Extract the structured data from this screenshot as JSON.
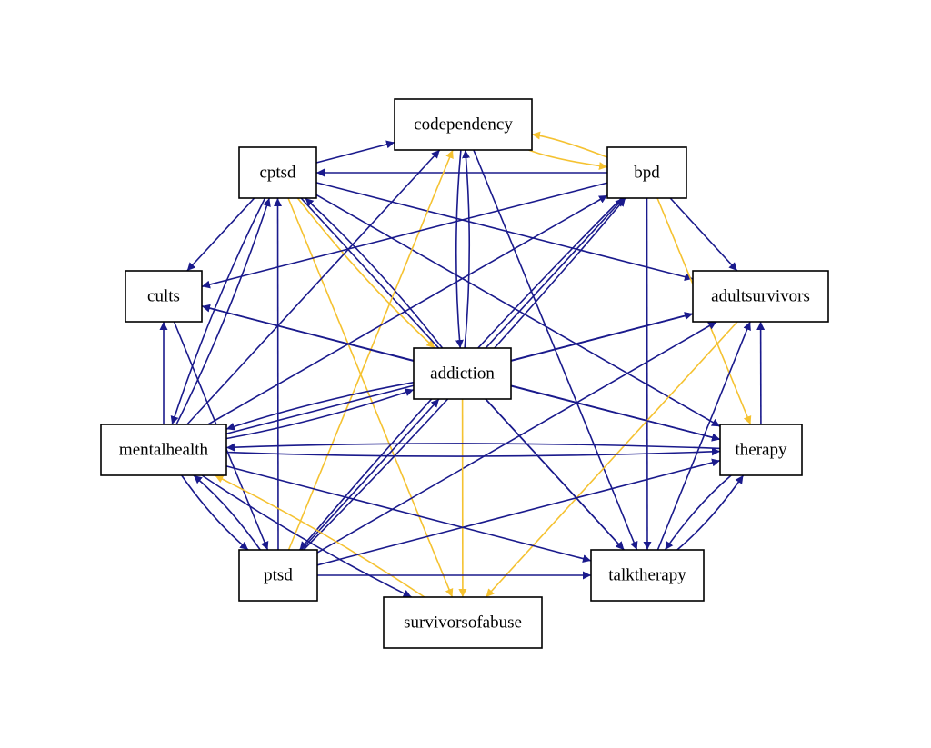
{
  "colors": {
    "edge_primary": "#1a1a8c",
    "edge_highlight": "#f5c231",
    "node_border": "#000000",
    "background": "#ffffff"
  },
  "nodes": [
    {
      "id": "codependency",
      "label": "codependency"
    },
    {
      "id": "bpd",
      "label": "bpd"
    },
    {
      "id": "cptsd",
      "label": "cptsd"
    },
    {
      "id": "cults",
      "label": "cults"
    },
    {
      "id": "adultsurvivors",
      "label": "adultsurvivors"
    },
    {
      "id": "addiction",
      "label": "addiction"
    },
    {
      "id": "mentalhealth",
      "label": "mentalhealth"
    },
    {
      "id": "therapy",
      "label": "therapy"
    },
    {
      "id": "ptsd",
      "label": "ptsd"
    },
    {
      "id": "talktherapy",
      "label": "talktherapy"
    },
    {
      "id": "survivorsofabuse",
      "label": "survivorsofabuse"
    }
  ],
  "edges": [
    {
      "from": "bpd",
      "to": "codependency",
      "highlight": true
    },
    {
      "from": "codependency",
      "to": "bpd",
      "highlight": true
    },
    {
      "from": "cptsd",
      "to": "codependency",
      "highlight": false
    },
    {
      "from": "bpd",
      "to": "cptsd",
      "highlight": false
    },
    {
      "from": "cptsd",
      "to": "cults",
      "highlight": false
    },
    {
      "from": "cptsd",
      "to": "adultsurvivors",
      "highlight": false
    },
    {
      "from": "cptsd",
      "to": "addiction",
      "highlight": true
    },
    {
      "from": "cptsd",
      "to": "therapy",
      "highlight": false
    },
    {
      "from": "cptsd",
      "to": "talktherapy",
      "highlight": false
    },
    {
      "from": "cptsd",
      "to": "survivorsofabuse",
      "highlight": true
    },
    {
      "from": "cptsd",
      "to": "mentalhealth",
      "highlight": false
    },
    {
      "from": "mentalhealth",
      "to": "cptsd",
      "highlight": false
    },
    {
      "from": "ptsd",
      "to": "cptsd",
      "highlight": false
    },
    {
      "from": "addiction",
      "to": "cptsd",
      "highlight": false
    },
    {
      "from": "codependency",
      "to": "addiction",
      "highlight": false
    },
    {
      "from": "addiction",
      "to": "codependency",
      "highlight": false
    },
    {
      "from": "mentalhealth",
      "to": "codependency",
      "highlight": false
    },
    {
      "from": "ptsd",
      "to": "codependency",
      "highlight": true
    },
    {
      "from": "codependency",
      "to": "talktherapy",
      "highlight": false
    },
    {
      "from": "bpd",
      "to": "cults",
      "highlight": false
    },
    {
      "from": "bpd",
      "to": "adultsurvivors",
      "highlight": false
    },
    {
      "from": "bpd",
      "to": "therapy",
      "highlight": true
    },
    {
      "from": "bpd",
      "to": "talktherapy",
      "highlight": false
    },
    {
      "from": "mentalhealth",
      "to": "bpd",
      "highlight": false
    },
    {
      "from": "ptsd",
      "to": "bpd",
      "highlight": false
    },
    {
      "from": "addiction",
      "to": "bpd",
      "highlight": false
    },
    {
      "from": "bpd",
      "to": "ptsd",
      "highlight": false
    },
    {
      "from": "mentalhealth",
      "to": "cults",
      "highlight": false
    },
    {
      "from": "addiction",
      "to": "cults",
      "highlight": false
    },
    {
      "from": "cults",
      "to": "therapy",
      "highlight": false
    },
    {
      "from": "cults",
      "to": "ptsd",
      "highlight": false
    },
    {
      "from": "adultsurvivors",
      "to": "survivorsofabuse",
      "highlight": true
    },
    {
      "from": "therapy",
      "to": "adultsurvivors",
      "highlight": false
    },
    {
      "from": "addiction",
      "to": "adultsurvivors",
      "highlight": false
    },
    {
      "from": "mentalhealth",
      "to": "adultsurvivors",
      "highlight": false
    },
    {
      "from": "ptsd",
      "to": "adultsurvivors",
      "highlight": false
    },
    {
      "from": "addiction",
      "to": "survivorsofabuse",
      "highlight": true
    },
    {
      "from": "addiction",
      "to": "talktherapy",
      "highlight": false
    },
    {
      "from": "addiction",
      "to": "therapy",
      "highlight": false
    },
    {
      "from": "addiction",
      "to": "mentalhealth",
      "highlight": false
    },
    {
      "from": "mentalhealth",
      "to": "addiction",
      "highlight": false
    },
    {
      "from": "ptsd",
      "to": "addiction",
      "highlight": false
    },
    {
      "from": "mentalhealth",
      "to": "therapy",
      "highlight": false
    },
    {
      "from": "mentalhealth",
      "to": "talktherapy",
      "highlight": false
    },
    {
      "from": "mentalhealth",
      "to": "survivorsofabuse",
      "highlight": false
    },
    {
      "from": "mentalhealth",
      "to": "ptsd",
      "highlight": false
    },
    {
      "from": "ptsd",
      "to": "mentalhealth",
      "highlight": false
    },
    {
      "from": "survivorsofabuse",
      "to": "mentalhealth",
      "highlight": true
    },
    {
      "from": "therapy",
      "to": "mentalhealth",
      "highlight": false
    },
    {
      "from": "ptsd",
      "to": "therapy",
      "highlight": false
    },
    {
      "from": "therapy",
      "to": "talktherapy",
      "highlight": false
    },
    {
      "from": "talktherapy",
      "to": "therapy",
      "highlight": false
    },
    {
      "from": "ptsd",
      "to": "talktherapy",
      "highlight": false
    },
    {
      "from": "talktherapy",
      "to": "adultsurvivors",
      "highlight": false
    }
  ]
}
